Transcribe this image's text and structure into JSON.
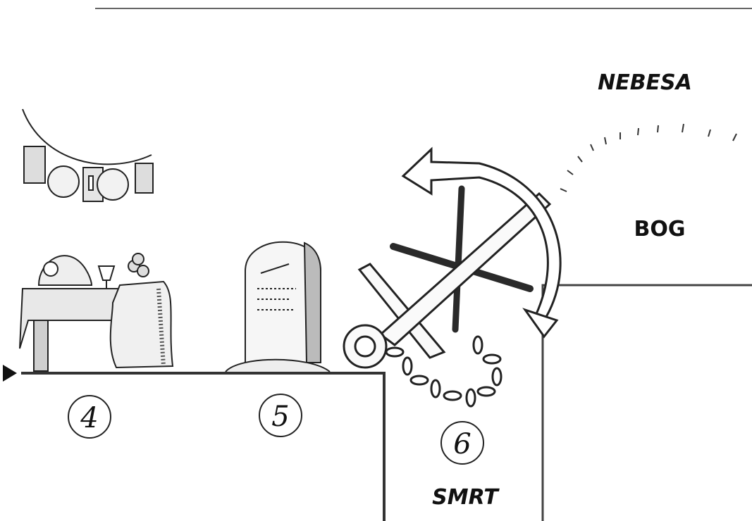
{
  "labels": {
    "heaven": "NEBESA",
    "god": "BOG",
    "death": "SMRT"
  },
  "stages": [
    {
      "number": "4"
    },
    {
      "number": "5"
    },
    {
      "number": "6"
    }
  ],
  "icons": [
    "garland-icon",
    "feast-table-icon",
    "tombstone-icon",
    "anchor-icon",
    "cross-icon",
    "chain-icon",
    "curved-arrow-icon",
    "start-arrow-icon"
  ]
}
